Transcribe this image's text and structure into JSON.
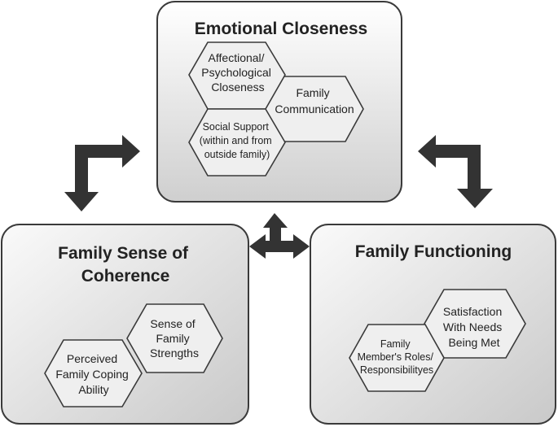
{
  "panels": {
    "emotional_closeness": {
      "title": "Emotional Closeness",
      "hexes": {
        "affectional": [
          "Affectional/",
          "Psychological",
          "Closeness"
        ],
        "family_communication": [
          "Family",
          "Communication"
        ],
        "social_support": [
          "Social Support",
          "(within and from",
          "outside family)"
        ]
      }
    },
    "family_sense_of_coherence": {
      "title": [
        "Family Sense of",
        "Coherence"
      ],
      "hexes": {
        "sense_of_strengths": [
          "Sense of",
          "Family",
          "Strengths"
        ],
        "perceived_coping": [
          "Perceived",
          "Family Coping",
          "Ability"
        ]
      }
    },
    "family_functioning": {
      "title": "Family Functioning",
      "hexes": {
        "satisfaction": [
          "Satisfaction",
          "With Needs",
          "Being Met"
        ],
        "roles": [
          "Family",
          "Member's Roles/",
          "Responsibilityes"
        ]
      }
    }
  },
  "colors": {
    "panel_top": "#ffffff",
    "panel_bottom": "#cfcfcf",
    "outline": "#3a3a3a",
    "arrow": "#333333",
    "hex_fill": "#efefef"
  }
}
